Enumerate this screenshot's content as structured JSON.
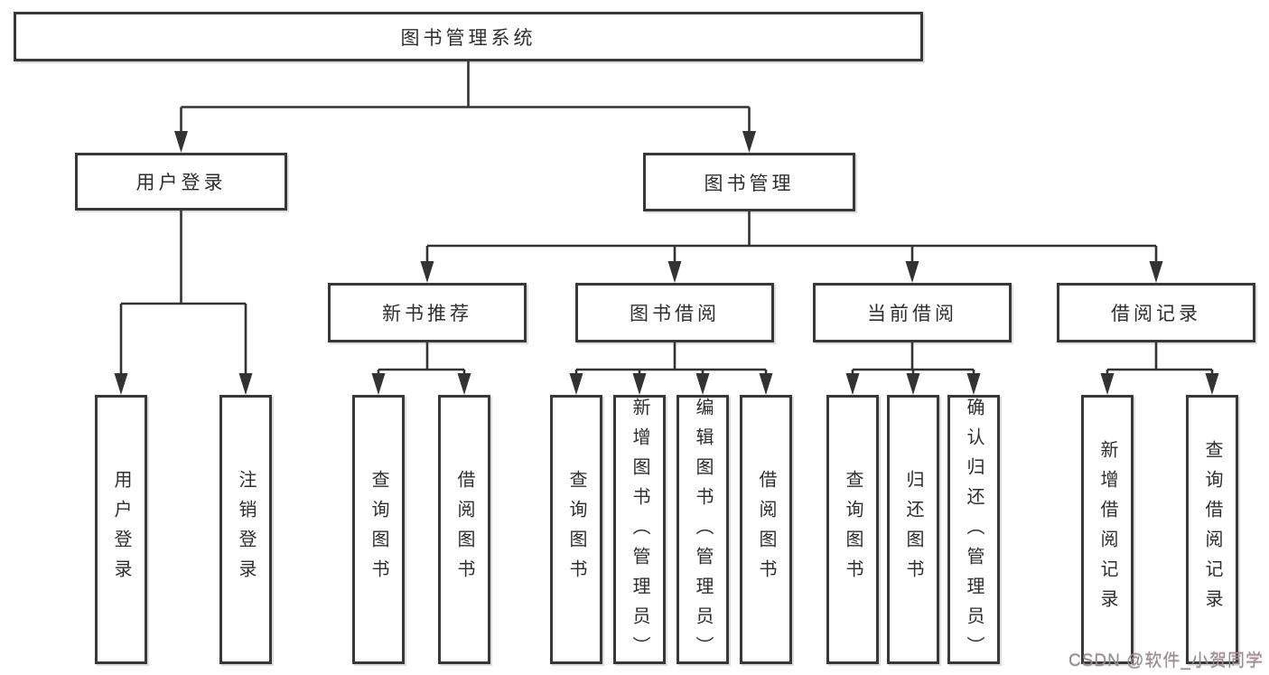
{
  "diagram_title": "图书管理系统",
  "nodes": {
    "root": "图书管理系统",
    "user_login": "用户登录",
    "book_management": "图书管理",
    "new_book_recommend": "新书推荐",
    "book_borrowing": "图书借阅",
    "current_borrowing": "当前借阅",
    "borrowing_records": "借阅记录",
    "login": "用户登录",
    "logout": "注销登录",
    "recommend_query_book": "查询图书",
    "recommend_borrow_book": "借阅图书",
    "borrow_query_book": "查询图书",
    "borrow_add_book": "新增图书（管理员）",
    "borrow_edit_book": "编辑图书（管理员）",
    "borrow_borrow_book": "借阅图书",
    "current_query_book": "查询图书",
    "current_return_book": "归还图书",
    "current_confirm_return": "确认归还（管理员）",
    "records_add_record": "新增借阅记录",
    "records_query_record": "查询借阅记录"
  },
  "hierarchy": [
    {
      "parent": "图书管理系统",
      "children": [
        "用户登录",
        "图书管理"
      ]
    },
    {
      "parent": "用户登录",
      "children": [
        "用户登录",
        "注销登录"
      ]
    },
    {
      "parent": "图书管理",
      "children": [
        "新书推荐",
        "图书借阅",
        "当前借阅",
        "借阅记录"
      ]
    },
    {
      "parent": "新书推荐",
      "children": [
        "查询图书",
        "借阅图书"
      ]
    },
    {
      "parent": "图书借阅",
      "children": [
        "查询图书",
        "新增图书（管理员）",
        "编辑图书（管理员）",
        "借阅图书"
      ]
    },
    {
      "parent": "当前借阅",
      "children": [
        "查询图书",
        "归还图书",
        "确认归还（管理员）"
      ]
    },
    {
      "parent": "借阅记录",
      "children": [
        "新增借阅记录",
        "查询借阅记录"
      ]
    }
  ],
  "watermark": "CSDN @软件_小贺同学",
  "colors": {
    "line": "#333333",
    "box_border": "#383838",
    "background": "#ffffff",
    "text": "#2e2e2e",
    "watermark": "#8f8f8f"
  }
}
